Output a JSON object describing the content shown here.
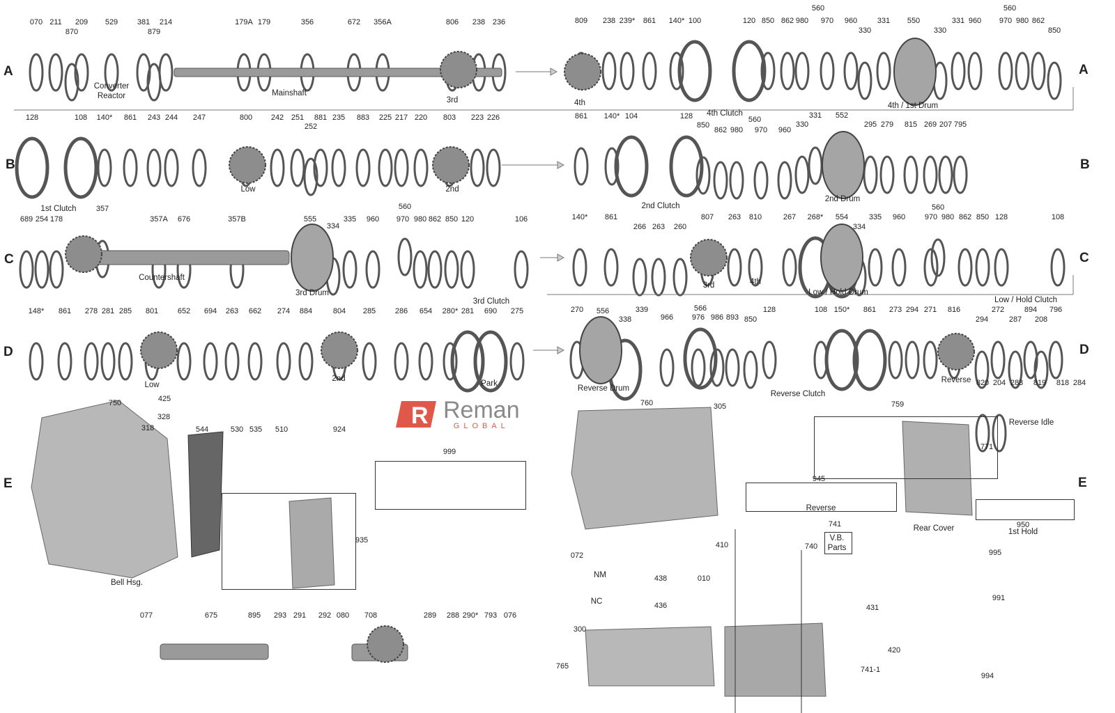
{
  "row_letters": [
    "A",
    "A",
    "B",
    "B",
    "C",
    "C",
    "D",
    "D",
    "E",
    "E"
  ],
  "logo": {
    "name": "Reman",
    "sub": "GLOBAL",
    "mark": "R",
    "color": "#e0584a"
  },
  "labels": [
    "070",
    "211",
    "870",
    "209",
    "529",
    "381",
    "879",
    "214",
    "179A",
    "179",
    "356",
    "672",
    "356A",
    "806",
    "238",
    "236",
    "809",
    "238",
    "239*",
    "861",
    "140*",
    "100",
    "120",
    "850",
    "862",
    "980",
    "970",
    "960",
    "330",
    "331",
    "550",
    "330",
    "331",
    "960",
    "970",
    "980",
    "862",
    "850",
    "560",
    "560",
    "128",
    "108",
    "140*",
    "861",
    "243",
    "244",
    "247",
    "800",
    "242",
    "251",
    "252",
    "881",
    "235",
    "883",
    "225",
    "217",
    "220",
    "803",
    "223",
    "226",
    "861",
    "140*",
    "104",
    "128",
    "850",
    "560",
    "862",
    "980",
    "970",
    "960",
    "331",
    "330",
    "552",
    "295",
    "279",
    "815",
    "269",
    "207",
    "795",
    "689",
    "254",
    "178",
    "357",
    "357A",
    "676",
    "357B",
    "555",
    "334",
    "335",
    "960",
    "560",
    "970",
    "980",
    "862",
    "850",
    "120",
    "106",
    "140*",
    "861",
    "266",
    "263",
    "260",
    "807",
    "263",
    "810",
    "267",
    "268*",
    "554",
    "334",
    "335",
    "560",
    "960",
    "970",
    "980",
    "862",
    "850",
    "128",
    "108",
    "148*",
    "861",
    "278",
    "281",
    "285",
    "801",
    "652",
    "694",
    "263",
    "662",
    "274",
    "884",
    "804",
    "285",
    "286",
    "654",
    "280*",
    "281",
    "690",
    "275",
    "270",
    "556",
    "339",
    "338",
    "566",
    "966",
    "976",
    "986",
    "893",
    "850",
    "128",
    "108",
    "150*",
    "861",
    "273",
    "294",
    "271",
    "816",
    "272",
    "894",
    "796",
    "294",
    "287",
    "208",
    "820",
    "204",
    "283",
    "819",
    "818",
    "284",
    "750",
    "425",
    "328",
    "318",
    "544",
    "530",
    "535",
    "510",
    "924",
    "999",
    "935",
    "077",
    "675",
    "895",
    "293",
    "291",
    "292",
    "080",
    "708",
    "289",
    "288",
    "290*",
    "793",
    "076",
    "760",
    "305",
    "759",
    "771",
    "945",
    "741",
    "740",
    "950",
    "410",
    "072",
    "438",
    "010",
    "436",
    "431",
    "420",
    "300",
    "765",
    "995",
    "991",
    "741-1",
    "994"
  ],
  "captions": [
    "Converter",
    "Reactor",
    "Mainshaft",
    "3rd",
    "4th",
    "4th Clutch",
    "4th / 1st Drum",
    "1st Clutch",
    "Low",
    "2nd",
    "2nd Clutch",
    "2nd Drum",
    "Countershaft",
    "3rd Drum",
    "3rd Clutch",
    "3rd",
    "4th",
    "Low / Hold Drum",
    "Low / Hold Clutch",
    "Low",
    "2nd",
    "Park",
    "Reverse Drum",
    "Reverse Clutch",
    "Reverse",
    "Reverse Idle",
    "Bell Hsg.",
    "Reverse",
    "V.B.",
    "Parts",
    "Rear Cover",
    "1st Hold",
    "NM",
    "NC"
  ]
}
